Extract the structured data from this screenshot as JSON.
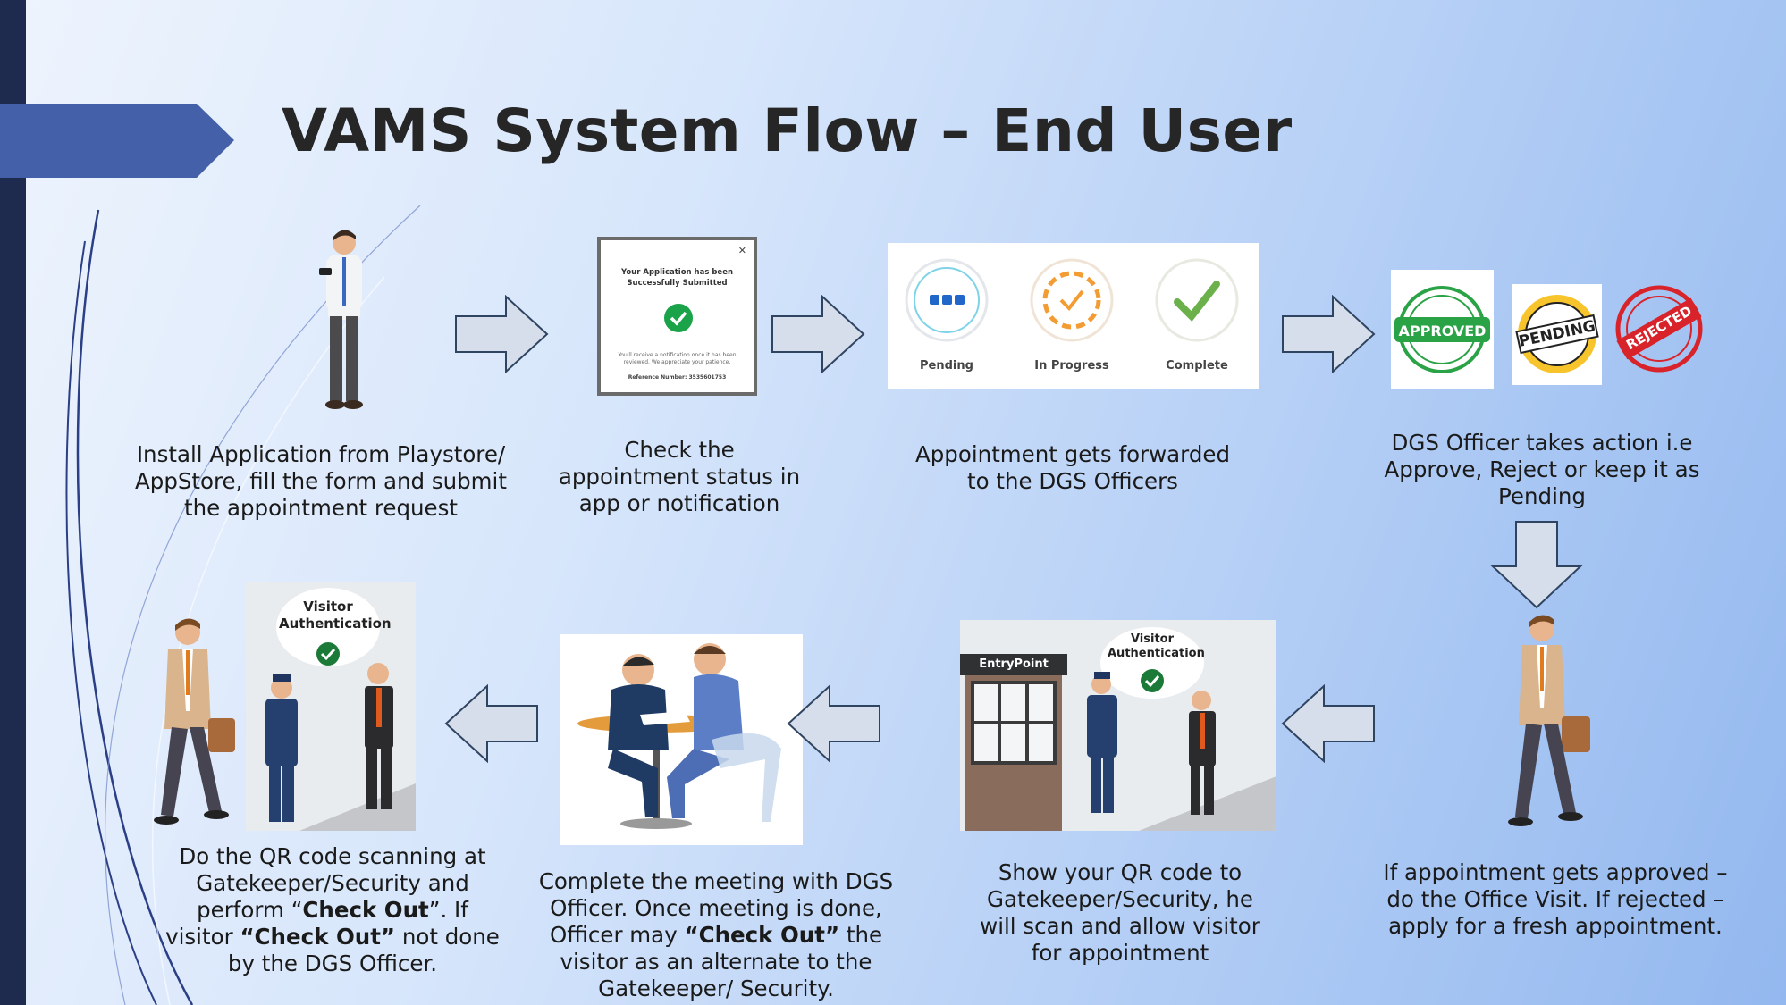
{
  "title": "VAMS System Flow – End User",
  "colors": {
    "accent": "#4460a8",
    "sidebar": "#1e2a4e",
    "arrow_fill": "#d6deec",
    "arrow_stroke": "#2f4460",
    "check_green": "#1ba34a"
  },
  "phone_popup": {
    "header": "Your Application has been Successfully Submitted",
    "body": "You'll receive a notification once it has been reviewed. We appreciate your patience.",
    "reference": "Reference Number: 3535601753"
  },
  "status_icons": {
    "pending": "Pending",
    "in_progress": "In Progress",
    "complete": "Complete"
  },
  "stamps": {
    "approved": "APPROVED",
    "pending": "PENDING",
    "rejected": "REJECTED"
  },
  "scene_labels": {
    "visitor_auth": "Visitor Authentication",
    "entry_point": "EntryPoint"
  },
  "steps": {
    "s1": "Install Application from Playstore/ AppStore, fill the form and submit the appointment request",
    "s2": "Check the appointment status in app or notification",
    "s3": "Appointment gets forwarded to the DGS Officers",
    "s4": "DGS Officer takes action i.e Approve, Reject or keep it as Pending",
    "s5": "If appointment gets approved – do the Office Visit. If rejected – apply for a fresh appointment.",
    "s6": "Show your QR code to Gatekeeper/Security, he will scan and allow visitor for appointment",
    "s7": {
      "p1": "Complete the meeting with DGS Officer. Once meeting is done, Officer may ",
      "b1": "“Check Out”",
      "p2": " the visitor as an alternate to the Gatekeeper/ Security."
    },
    "s8": {
      "p1": "Do the QR code scanning at Gatekeeper/Security and perform “",
      "b1": "Check Out",
      "p2": "”. If visitor ",
      "b2": "“Check Out”",
      "p3": " not done by the DGS Officer."
    }
  }
}
